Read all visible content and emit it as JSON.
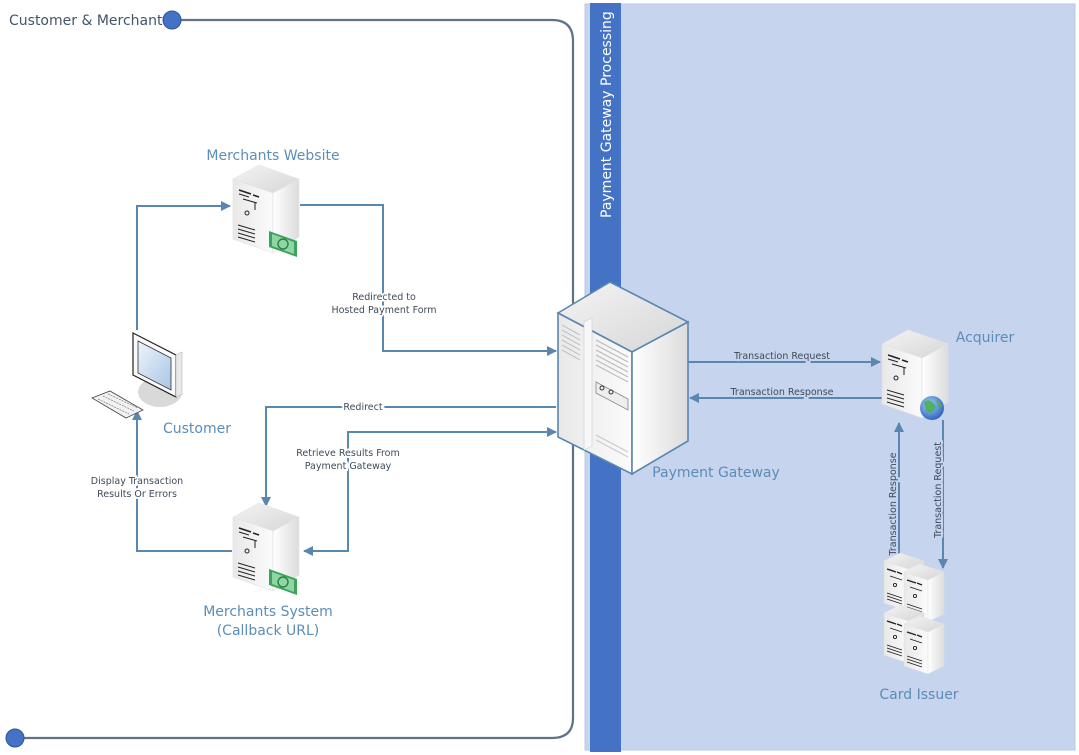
{
  "lanes": {
    "customer_merchant": {
      "title": "Customer & Merchant"
    },
    "gateway_processing": {
      "title": "Payment Gateway Processing"
    }
  },
  "nodes": {
    "merchants_website": {
      "label": "Merchants Website",
      "icon": "server-with-cash-icon"
    },
    "customer": {
      "label": "Customer",
      "icon": "desktop-computer-icon"
    },
    "merchants_system": {
      "label_line1": "Merchants System",
      "label_line2": "(Callback URL)",
      "icon": "server-with-cash-icon"
    },
    "payment_gateway": {
      "label": "Payment Gateway",
      "icon": "mainframe-server-icon"
    },
    "acquirer": {
      "label": "Acquirer",
      "icon": "web-server-icon"
    },
    "card_issuer": {
      "label": "Card Issuer",
      "icon": "server-cluster-icon"
    }
  },
  "flows": {
    "redirected": {
      "line1": "Redirected to",
      "line2": "Hosted Payment Form"
    },
    "redirect": {
      "label": "Redirect"
    },
    "retrieve": {
      "line1": "Retrieve Results From",
      "line2": "Payment Gateway"
    },
    "display": {
      "line1": "Display Transaction",
      "line2": "Results Or Errors"
    },
    "txn_request": {
      "label": "Transaction Request"
    },
    "txn_response": {
      "label": "Transaction Response"
    },
    "issuer_request": {
      "label": "Transaction Request"
    },
    "issuer_response": {
      "label": "Transaction Response"
    }
  },
  "colors": {
    "lane_blue": "#4472c4",
    "lane_fill": "#c6d4ee",
    "connector": "#5a87b0",
    "label_blue": "#5b8db8",
    "boundary": "#5f7287"
  }
}
